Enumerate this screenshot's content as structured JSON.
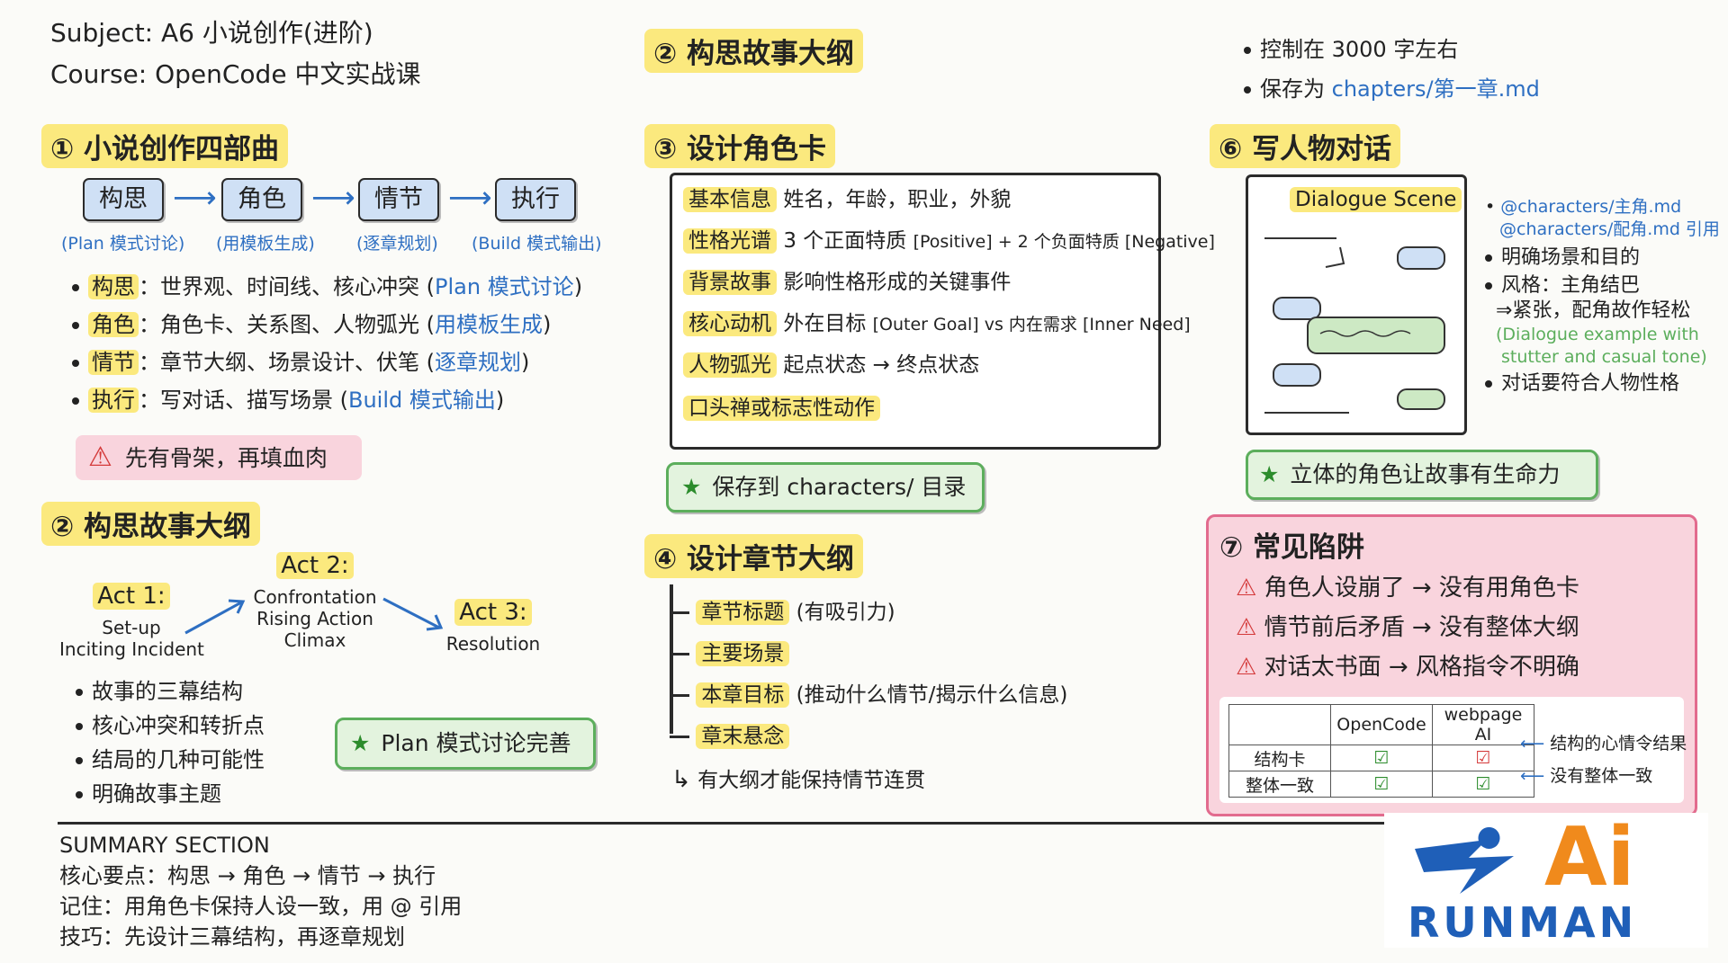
{
  "header": {
    "subject": "Subject: A6 小说创作(进阶)",
    "course": "Course: OpenCode 中文实战课"
  },
  "s1": {
    "title": "① 小说创作四部曲",
    "flow": [
      {
        "label": "构思",
        "caption": "(Plan 模式讨论)"
      },
      {
        "label": "角色",
        "caption": "(用模板生成)"
      },
      {
        "label": "情节",
        "caption": "(逐章规划)"
      },
      {
        "label": "执行",
        "caption": "(Build 模式输出)"
      }
    ],
    "bullets": [
      {
        "key": "构思",
        "text": "：世界观、时间线、核心冲突 (",
        "blue": "Plan 模式讨论",
        "end": ")"
      },
      {
        "key": "角色",
        "text": "：角色卡、关系图、人物弧光 (",
        "blue": "用模板生成",
        "end": ")"
      },
      {
        "key": "情节",
        "text": "：章节大纲、场景设计、伏笔 (",
        "blue": "逐章规划",
        "end": ")"
      },
      {
        "key": "执行",
        "text": "：写对话、描写场景 (",
        "blue": "Build 模式输出",
        "end": ")"
      }
    ],
    "warn": "先有骨架，再填血肉"
  },
  "s2": {
    "title": "② 构思故事大纲",
    "acts": [
      {
        "t": "Act 1:",
        "l1": "Set-up",
        "l2": "Inciting Incident",
        "l3": ""
      },
      {
        "t": "Act 2:",
        "l1": "Confrontation",
        "l2": "Rising Action",
        "l3": "Climax"
      },
      {
        "t": "Act 3:",
        "l1": "Resolution",
        "l2": "",
        "l3": ""
      }
    ],
    "bullets": [
      "故事的三幕结构",
      "核心冲突和转折点",
      "结局的几种可能性",
      "明确故事主题"
    ],
    "done": "Plan 模式讨论完善"
  },
  "s2top": {
    "title": "② 构思故事大纲"
  },
  "s3": {
    "title": "③ 设计角色卡",
    "rows": [
      {
        "k": "基本信息",
        "v": "姓名，年龄，职业，外貌",
        "sm": ""
      },
      {
        "k": "性格光谱",
        "v": "3 个正面特质 ",
        "sm": "[Positive] + 2 个负面特质 [Negative]"
      },
      {
        "k": "背景故事",
        "v": "影响性格形成的关键事件",
        "sm": ""
      },
      {
        "k": "核心动机",
        "v": "外在目标 ",
        "sm": "[Outer Goal] vs 内在需求 [Inner Need]"
      },
      {
        "k": "人物弧光",
        "v": "起点状态 → 终点状态",
        "sm": ""
      },
      {
        "k": "口头禅或标志性动作",
        "v": "",
        "sm": ""
      }
    ],
    "save": "保存到 characters/ 目录"
  },
  "s4": {
    "title": "④ 设计章节大纲",
    "items": [
      {
        "k": "章节标题",
        "v": " (有吸引力)"
      },
      {
        "k": "主要场景",
        "v": ""
      },
      {
        "k": "本章目标",
        "v": " (推动什么情节/揭示什么信息)"
      },
      {
        "k": "章末悬念",
        "v": ""
      }
    ],
    "note": "有大纲才能保持情节连贯"
  },
  "s5": {
    "b1": "控制在 3000 字左右",
    "b2a": "保存为 ",
    "b2b": "chapters/第一章.md"
  },
  "s6": {
    "title": "⑥ 写人物对话",
    "scene": "Dialogue Scene",
    "ref1": "@characters/主角.md",
    "ref2": "@characters/配角.md 引用",
    "b1": "明确场景和目的",
    "b2": "风格：主角结巴",
    "b2b": "⇒紧张，配角故作轻松",
    "ex1": "(Dialogue example with",
    "ex2": "stutter and casual tone)",
    "b3": "对话要符合人物性格",
    "slogan": "立体的角色让故事有生命力"
  },
  "s7": {
    "title": "⑦ 常见陷阱",
    "items": [
      "角色人设崩了 → 没有用角色卡",
      "情节前后矛盾 → 没有整体大纲",
      "对话太书面 → 风格指令不明确"
    ],
    "table": {
      "cols": [
        "OpenCode",
        "webpage AI"
      ],
      "rows": [
        {
          "label": "结构卡",
          "note": "结构的心情令结果"
        },
        {
          "label": "整体一致",
          "note": "没有整体一致"
        }
      ]
    }
  },
  "summary": {
    "title": "SUMMARY SECTION",
    "l1": "核心要点：构思 → 角色 → 情节 → 执行",
    "l2": "记住：用角色卡保持人设一致，用 @ 引用",
    "l3": "技巧：先设计三幕结构，再逐章规划"
  },
  "logo": {
    "top": "Ai",
    "bottom": "RUNMAN"
  }
}
